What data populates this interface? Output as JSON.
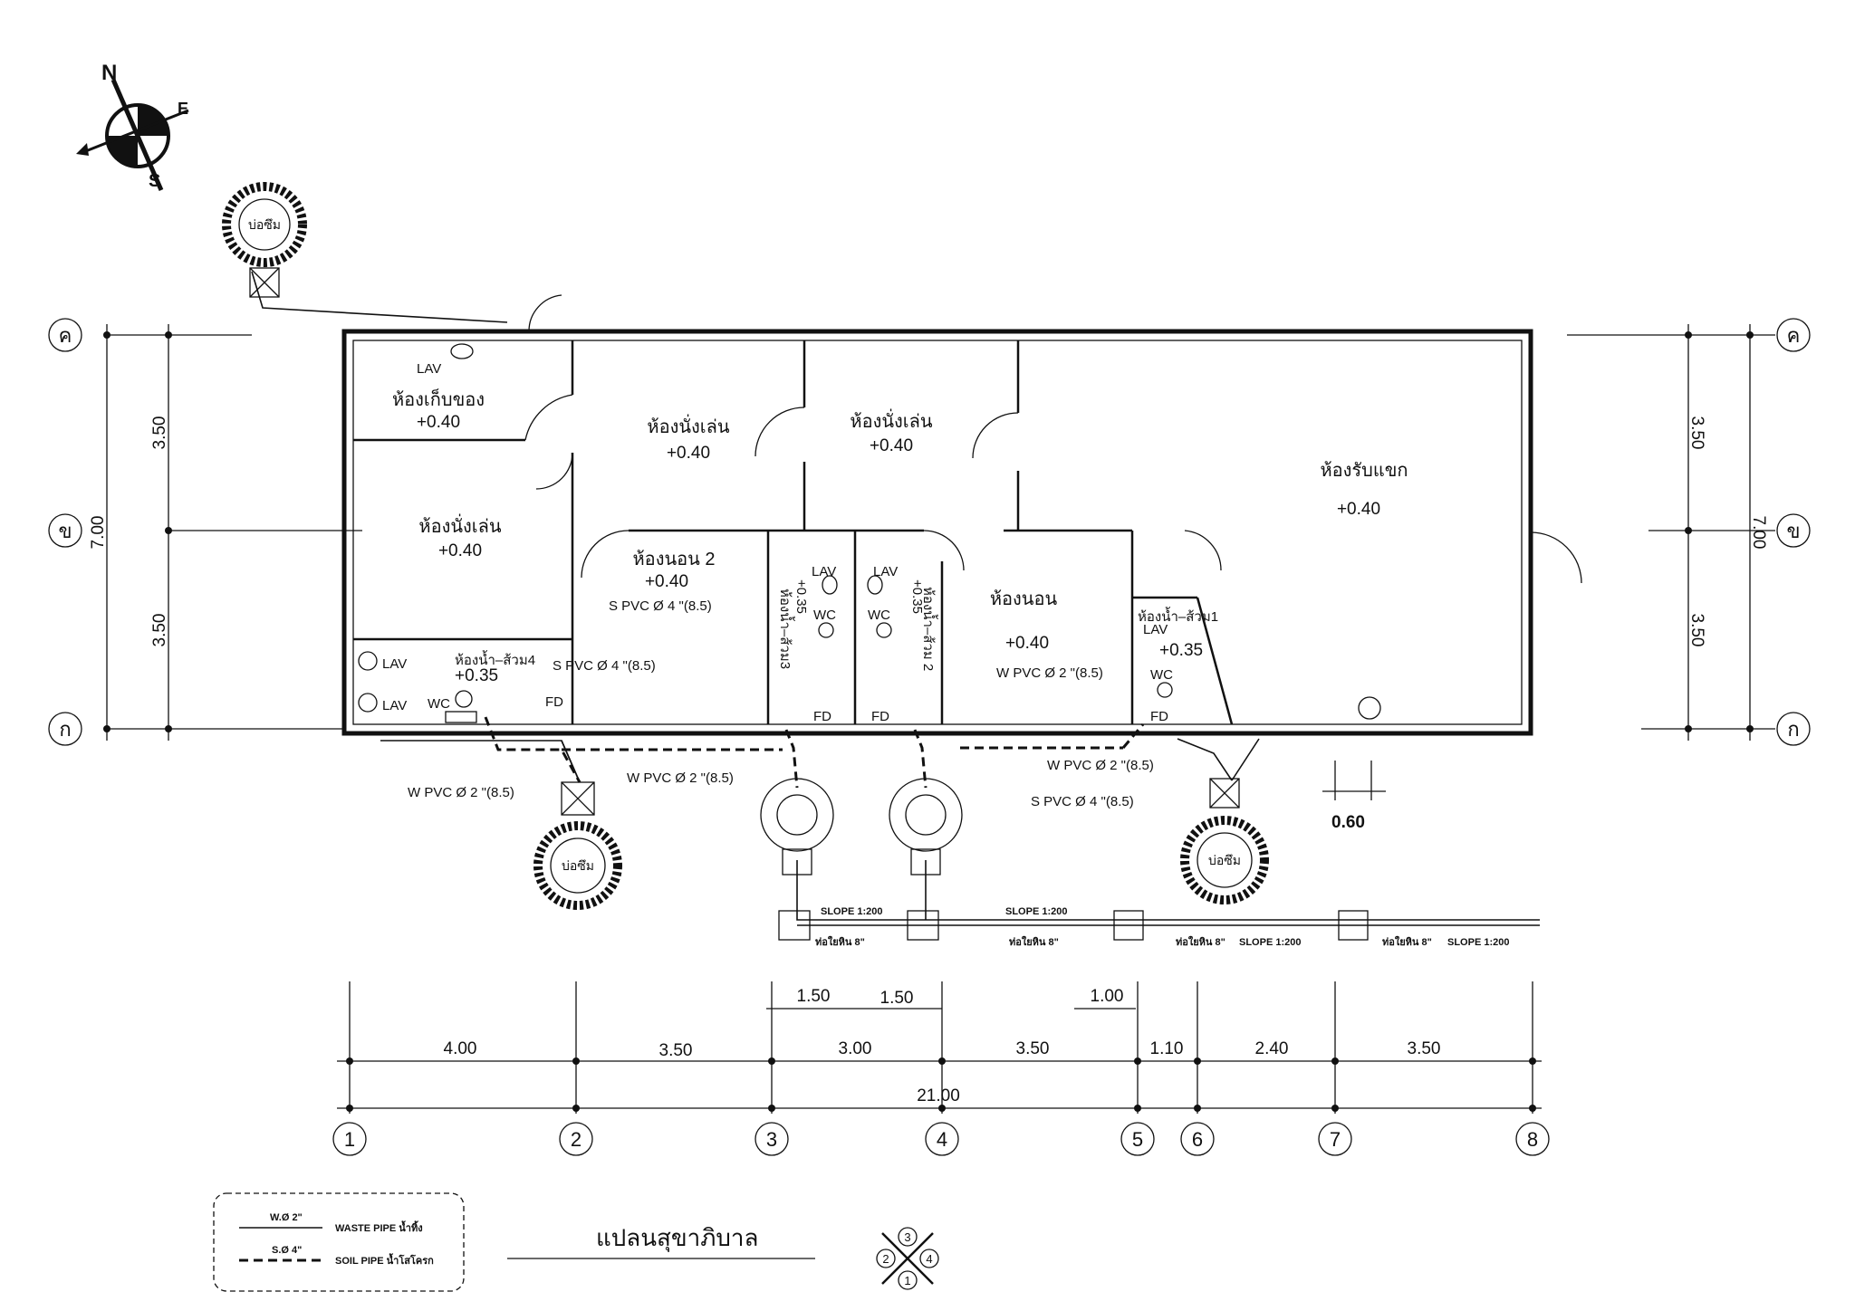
{
  "compass": {
    "n": "N",
    "e": "E",
    "s": "S"
  },
  "grid_rows_left": {
    "top": "ค",
    "mid": "ข",
    "bot": "ก"
  },
  "grid_rows_right": {
    "top": "ค",
    "mid": "ข",
    "bot": "ก"
  },
  "row_dims": {
    "upper": "3.50",
    "lower": "3.50",
    "total": "7.00"
  },
  "grid_cols": [
    "1",
    "2",
    "3",
    "4",
    "5",
    "6",
    "7",
    "8"
  ],
  "col_dims": [
    "4.00",
    "3.50",
    "3.00",
    "3.50",
    "1.10",
    "2.40",
    "3.50"
  ],
  "total_dim": "21.00",
  "sub_dims": {
    "a": "1.50",
    "b": "1.50",
    "c": "1.00"
  },
  "wall_dim": "0.60",
  "rooms": {
    "storage": "ห้องเก็บของ",
    "play1": "ห้องนั่งเล่น",
    "play2": "ห้องนั่งเล่น",
    "play3": "ห้องนั่งเล่น",
    "reception": "ห้องรับแขก",
    "bed2": "ห้องนอน  2",
    "bed": "ห้องนอน",
    "bath4": "ห้องน้ำ–ส้วม4",
    "bath3": "ห้องน้ำ–ส้วม3",
    "bath2": "ห้องน้ำ–ส้วม 2",
    "bath1": "ห้องน้ำ–ส้วม1"
  },
  "levels": {
    "floor": "+0.40",
    "bath": "+0.35"
  },
  "fixtures": {
    "lav": "LAV",
    "wc": "WC",
    "fd": "FD",
    "slope": "Slope"
  },
  "pipes": {
    "soil": "S PVC Ø 4 \"(8.5)",
    "waste": "W  PVC Ø 2 \"(8.5)"
  },
  "sump": "บ่อซึม",
  "main_line": {
    "slope": "SLOPE 1:200",
    "pipe": "ท่อใยหิน 8\""
  },
  "title": "แปลนสุขาภิบาล",
  "legend": {
    "waste_tag": "W.Ø 2\"",
    "waste_label": "WASTE  PIPE  น้ำทิ้ง",
    "soil_tag": "S.Ø 4\"",
    "soil_label": "SOIL  PIPE  น้ำโสโครก"
  },
  "view_marker": [
    "3",
    "2",
    "4",
    "1"
  ]
}
